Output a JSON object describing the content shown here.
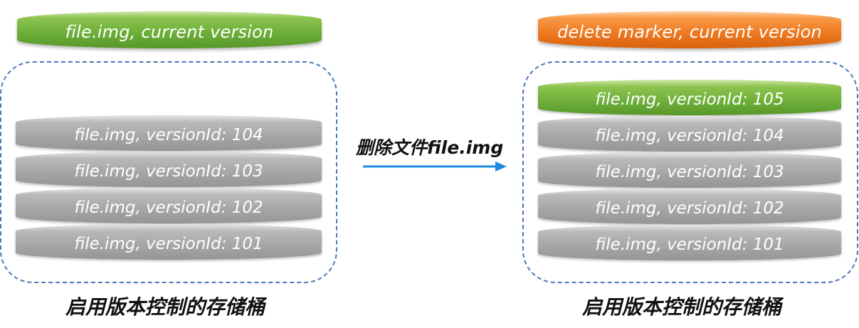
{
  "left": {
    "current": "file.img, current version",
    "versions": [
      "file.img, versionId: 104",
      "file.img, versionId: 103",
      "file.img, versionId: 102",
      "file.img, versionId: 101"
    ],
    "caption": "启用版本控制的存储桶"
  },
  "action": {
    "label": "删除文件file.img"
  },
  "right": {
    "current": "delete marker, current version",
    "newest": "file.img, versionId: 105",
    "versions": [
      "file.img, versionId: 104",
      "file.img, versionId: 103",
      "file.img, versionId: 102",
      "file.img, versionId: 101"
    ],
    "caption": "启用版本控制的存储桶"
  },
  "colors": {
    "current_green": "#6fb03b",
    "delete_marker_orange": "#f07b22",
    "old_version_gray": "#a6a6a6",
    "bucket_border": "#4a78b8",
    "arrow": "#1e88e5"
  }
}
